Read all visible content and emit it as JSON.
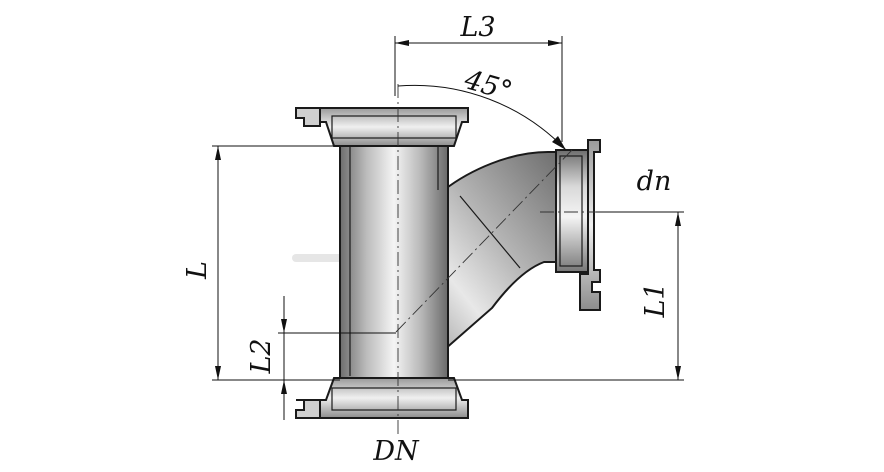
{
  "diagram": {
    "labels": {
      "top_length": "L3",
      "angle": "45°",
      "branch_diameter": "dn",
      "overall_length": "L",
      "branch_height": "L1",
      "bottom_offset": "L2",
      "main_diameter": "DN"
    },
    "colors": {
      "metal_dark": "#7a7a7a",
      "metal_light": "#f2f2f2",
      "line": "#111111"
    }
  }
}
